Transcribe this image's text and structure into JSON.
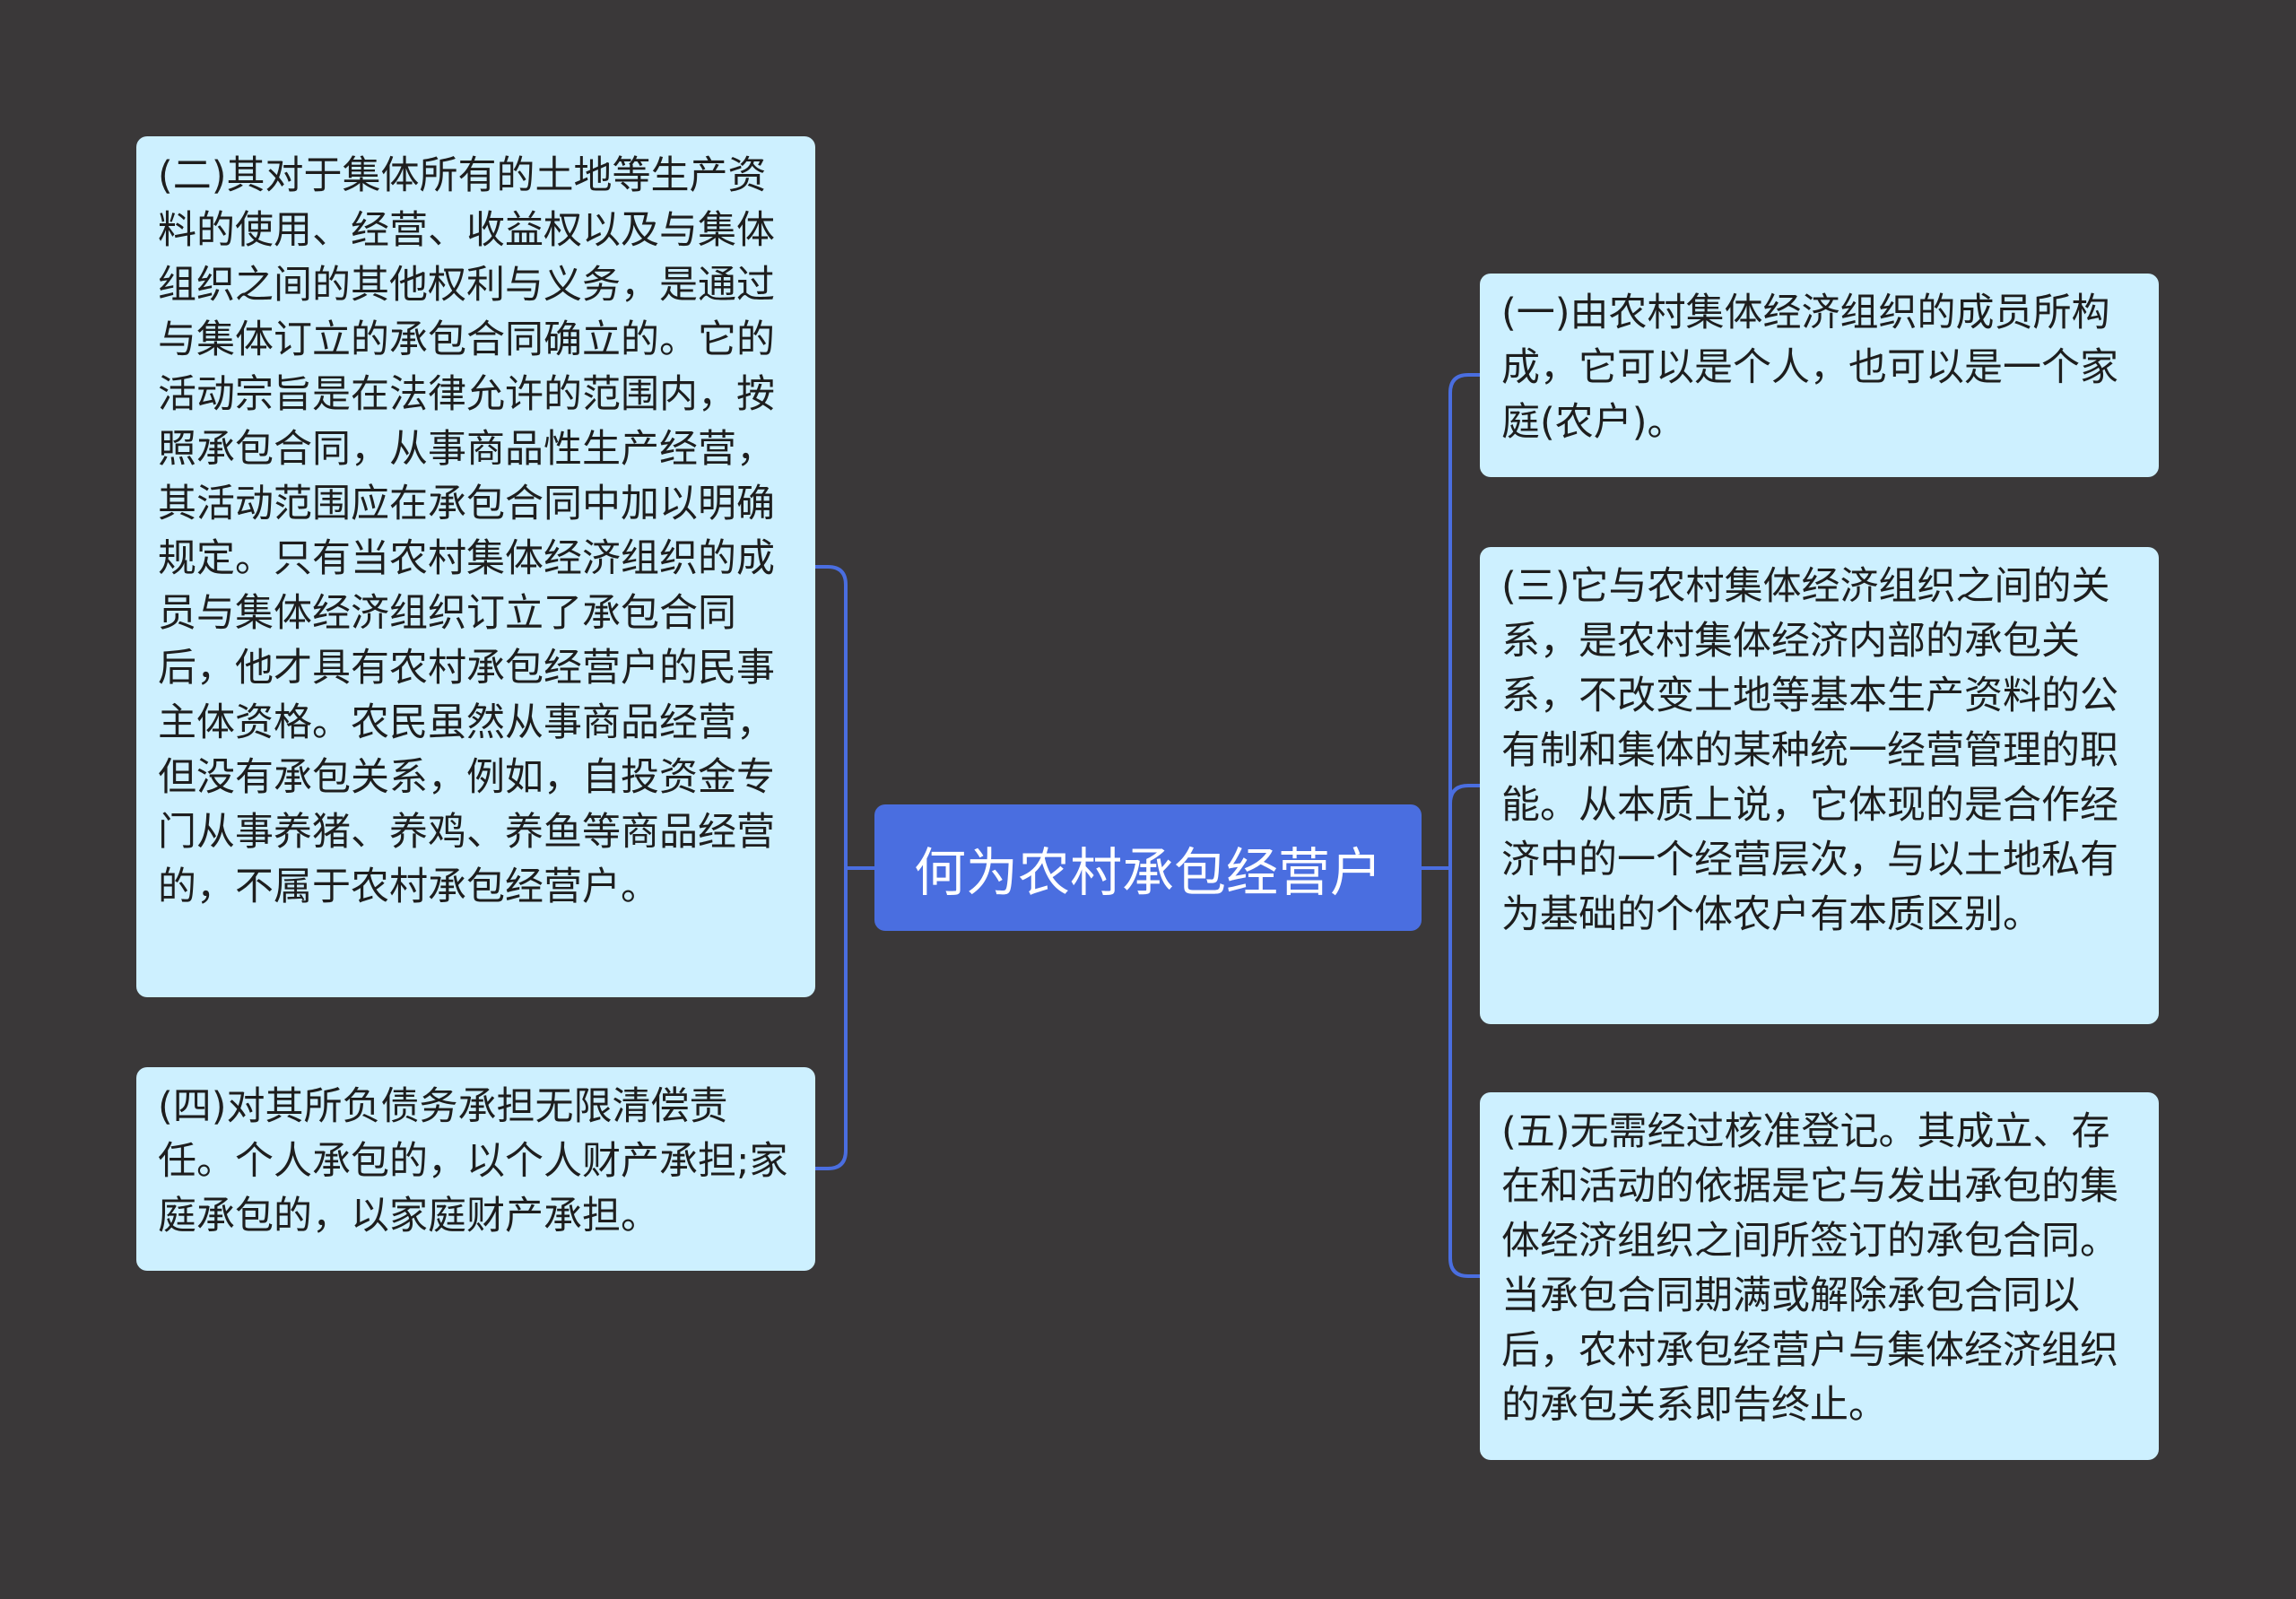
{
  "center": {
    "label": "何为农村承包经营户"
  },
  "left_nodes": [
    {
      "text": "(二)其对于集体所有的土地等生产资料的使用、经营、收益权以及与集体组织之间的其他权利与义务，是通过与集体订立的承包合同确立的。它的活动宗旨是在法律允许的范围内，按照承包合同，从事商品性生产经营，其活动范围应在承包合同中加以明确规定。只有当农村集体经济组织的成员与集体经济组织订立了承包合同后，他才具有农村承包经营户的民事主体资格。农民虽然从事商品经营，但没有承包关系，例如，自投资金专门从事养猪、养鸡、养鱼等商品经营的，不属于农村承包经营户。"
    },
    {
      "text": "(四)对其所负债务承担无限清偿责任。个人承包的，以个人财产承担;家庭承包的，以家庭财产承担。"
    }
  ],
  "right_nodes": [
    {
      "text": "(一)由农村集体经济组织的成员所构成，它可以是个人，也可以是一个家庭(农户)。"
    },
    {
      "text": "(三)它与农村集体经济组织之间的关系，是农村集体经济内部的承包关系，不改变土地等基本生产资料的公有制和集体的某种统一经营管理的职能。从本质上说，它体现的是合作经济中的一个经营层次，与以土地私有为基础的个体农户有本质区别。"
    },
    {
      "text": "(五)无需经过核准登记。其成立、存在和活动的依据是它与发出承包的集体经济组织之间所签订的承包合同。当承包合同期满或解除承包合同以后，农村承包经营户与集体经济组织的承包关系即告终止。"
    }
  ],
  "colors": {
    "background": "#3a3839",
    "center_fill": "#4a6ee0",
    "node_fill": "#cdf0ff",
    "connector": "#4a6ee0"
  }
}
